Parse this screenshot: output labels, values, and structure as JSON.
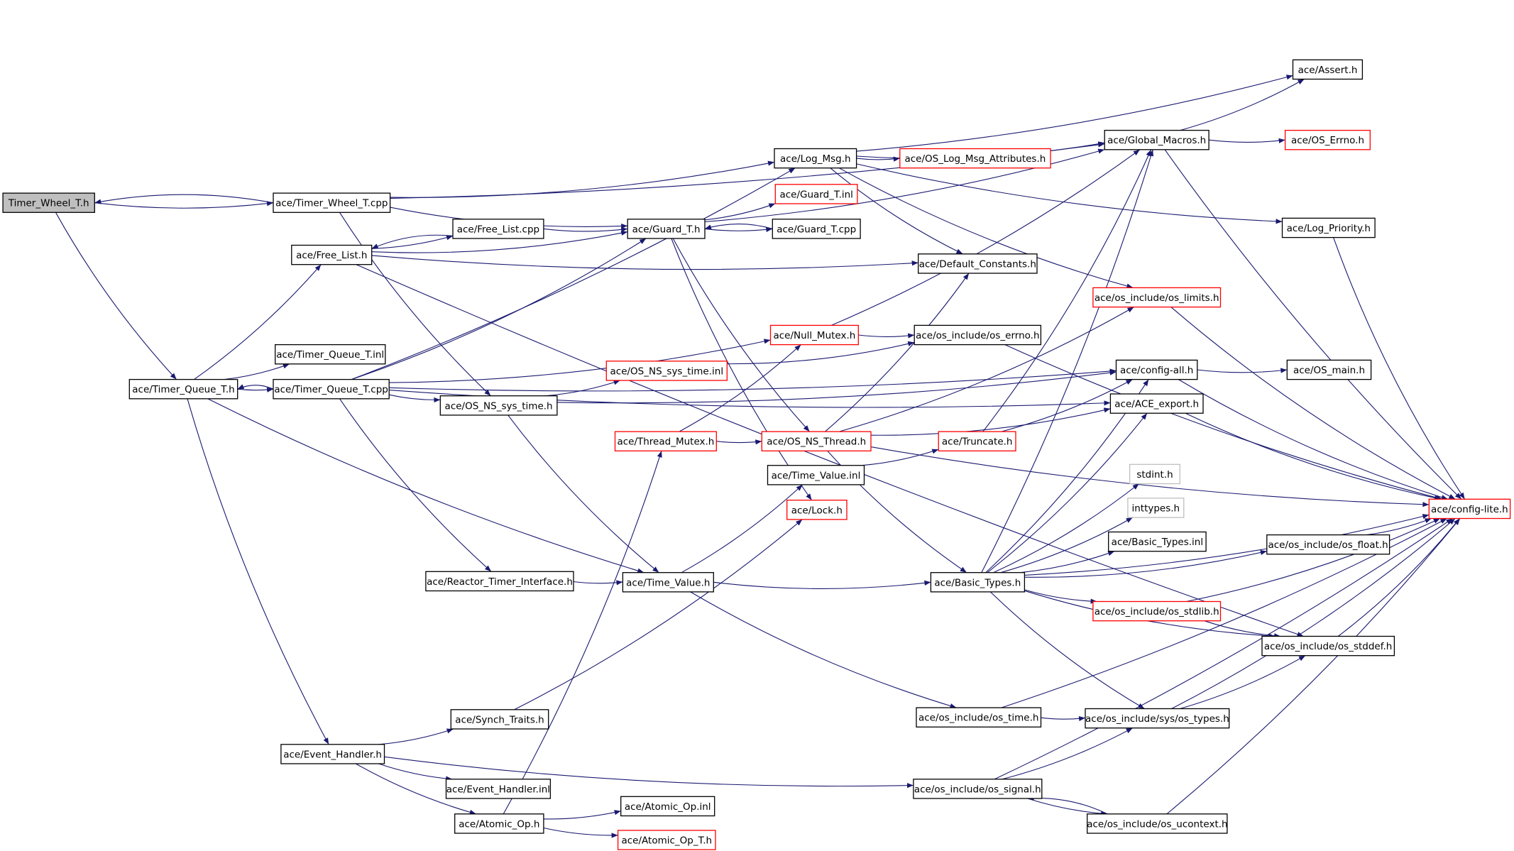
{
  "colors": {
    "edge": "#191970",
    "node_border_normal": "#000000",
    "node_border_incomplete": "#ff0000",
    "node_border_missing": "#bfbfbf",
    "root_fill": "#bfbfbf",
    "text": "#000000"
  },
  "nodes": [
    {
      "id": "timer_wheel_t_h",
      "label": "Timer_Wheel_T.h",
      "style": "root"
    },
    {
      "id": "timer_wheel_t_cpp",
      "label": "ace/Timer_Wheel_T.cpp",
      "style": "normal"
    },
    {
      "id": "timer_queue_t_h",
      "label": "ace/Timer_Queue_T.h",
      "style": "normal"
    },
    {
      "id": "timer_queue_t_inl",
      "label": "ace/Timer_Queue_T.inl",
      "style": "normal"
    },
    {
      "id": "timer_queue_t_cpp",
      "label": "ace/Timer_Queue_T.cpp",
      "style": "normal"
    },
    {
      "id": "free_list_h",
      "label": "ace/Free_List.h",
      "style": "normal"
    },
    {
      "id": "free_list_cpp",
      "label": "ace/Free_List.cpp",
      "style": "normal"
    },
    {
      "id": "guard_t_h",
      "label": "ace/Guard_T.h",
      "style": "normal"
    },
    {
      "id": "guard_t_inl",
      "label": "ace/Guard_T.inl",
      "style": "red"
    },
    {
      "id": "guard_t_cpp",
      "label": "ace/Guard_T.cpp",
      "style": "normal"
    },
    {
      "id": "log_msg_h",
      "label": "ace/Log_Msg.h",
      "style": "normal"
    },
    {
      "id": "os_log_msg_attributes_h",
      "label": "ace/OS_Log_Msg_Attributes.h",
      "style": "red"
    },
    {
      "id": "global_macros_h",
      "label": "ace/Global_Macros.h",
      "style": "normal"
    },
    {
      "id": "assert_h",
      "label": "ace/Assert.h",
      "style": "normal"
    },
    {
      "id": "os_errno_h",
      "label": "ace/OS_Errno.h",
      "style": "red"
    },
    {
      "id": "log_priority_h",
      "label": "ace/Log_Priority.h",
      "style": "normal"
    },
    {
      "id": "default_constants_h",
      "label": "ace/Default_Constants.h",
      "style": "normal"
    },
    {
      "id": "os_limits_h",
      "label": "ace/os_include/os_limits.h",
      "style": "red"
    },
    {
      "id": "null_mutex_h",
      "label": "ace/Null_Mutex.h",
      "style": "red"
    },
    {
      "id": "os_include_os_errno_h",
      "label": "ace/os_include/os_errno.h",
      "style": "normal"
    },
    {
      "id": "os_ns_sys_time_inl",
      "label": "ace/OS_NS_sys_time.inl",
      "style": "red"
    },
    {
      "id": "os_ns_sys_time_h",
      "label": "ace/OS_NS_sys_time.h",
      "style": "normal"
    },
    {
      "id": "config_all_h",
      "label": "ace/config-all.h",
      "style": "normal"
    },
    {
      "id": "os_main_h",
      "label": "ace/OS_main.h",
      "style": "normal"
    },
    {
      "id": "ace_export_h",
      "label": "ace/ACE_export.h",
      "style": "normal"
    },
    {
      "id": "thread_mutex_h",
      "label": "ace/Thread_Mutex.h",
      "style": "red"
    },
    {
      "id": "os_ns_thread_h",
      "label": "ace/OS_NS_Thread.h",
      "style": "red"
    },
    {
      "id": "truncate_h",
      "label": "ace/Truncate.h",
      "style": "red"
    },
    {
      "id": "stdint_h",
      "label": "stdint.h",
      "style": "gray"
    },
    {
      "id": "time_value_inl",
      "label": "ace/Time_Value.inl",
      "style": "normal"
    },
    {
      "id": "inttypes_h",
      "label": "inttypes.h",
      "style": "gray"
    },
    {
      "id": "config_lite_h",
      "label": "ace/config-lite.h",
      "style": "red"
    },
    {
      "id": "lock_h",
      "label": "ace/Lock.h",
      "style": "red"
    },
    {
      "id": "basic_types_inl",
      "label": "ace/Basic_Types.inl",
      "style": "normal"
    },
    {
      "id": "os_float_h",
      "label": "ace/os_include/os_float.h",
      "style": "normal"
    },
    {
      "id": "reactor_timer_interface_h",
      "label": "ace/Reactor_Timer_Interface.h",
      "style": "normal"
    },
    {
      "id": "time_value_h",
      "label": "ace/Time_Value.h",
      "style": "normal"
    },
    {
      "id": "basic_types_h",
      "label": "ace/Basic_Types.h",
      "style": "normal"
    },
    {
      "id": "os_stdlib_h",
      "label": "ace/os_include/os_stdlib.h",
      "style": "red"
    },
    {
      "id": "os_stddef_h",
      "label": "ace/os_include/os_stddef.h",
      "style": "normal"
    },
    {
      "id": "synch_traits_h",
      "label": "ace/Synch_Traits.h",
      "style": "normal"
    },
    {
      "id": "os_time_h",
      "label": "ace/os_include/os_time.h",
      "style": "normal"
    },
    {
      "id": "sys_os_types_h",
      "label": "ace/os_include/sys/os_types.h",
      "style": "normal"
    },
    {
      "id": "event_handler_h",
      "label": "ace/Event_Handler.h",
      "style": "normal"
    },
    {
      "id": "event_handler_inl",
      "label": "ace/Event_Handler.inl",
      "style": "normal"
    },
    {
      "id": "os_signal_h",
      "label": "ace/os_include/os_signal.h",
      "style": "normal"
    },
    {
      "id": "atomic_op_inl",
      "label": "ace/Atomic_Op.inl",
      "style": "normal"
    },
    {
      "id": "atomic_op_h",
      "label": "ace/Atomic_Op.h",
      "style": "normal"
    },
    {
      "id": "os_ucontext_h",
      "label": "ace/os_include/os_ucontext.h",
      "style": "normal"
    },
    {
      "id": "atomic_op_t_h",
      "label": "ace/Atomic_Op_T.h",
      "style": "red"
    }
  ],
  "edges": [
    [
      "timer_wheel_t_h",
      "timer_wheel_t_cpp"
    ],
    [
      "timer_wheel_t_h",
      "timer_queue_t_h"
    ],
    [
      "timer_wheel_t_cpp",
      "timer_wheel_t_h"
    ],
    [
      "timer_wheel_t_cpp",
      "global_macros_h"
    ],
    [
      "timer_wheel_t_cpp",
      "log_msg_h"
    ],
    [
      "timer_wheel_t_cpp",
      "guard_t_h"
    ],
    [
      "timer_wheel_t_cpp",
      "os_ns_sys_time_h"
    ],
    [
      "timer_queue_t_h",
      "timer_queue_t_inl"
    ],
    [
      "timer_queue_t_h",
      "timer_queue_t_cpp"
    ],
    [
      "timer_queue_t_h",
      "free_list_h"
    ],
    [
      "timer_queue_t_h",
      "time_value_h"
    ],
    [
      "timer_queue_t_h",
      "event_handler_h"
    ],
    [
      "timer_queue_t_cpp",
      "timer_queue_t_h"
    ],
    [
      "timer_queue_t_cpp",
      "log_msg_h"
    ],
    [
      "timer_queue_t_cpp",
      "guard_t_h"
    ],
    [
      "timer_queue_t_cpp",
      "null_mutex_h"
    ],
    [
      "timer_queue_t_cpp",
      "os_ns_sys_time_h"
    ],
    [
      "timer_queue_t_cpp",
      "config_all_h"
    ],
    [
      "timer_queue_t_cpp",
      "ace_export_h"
    ],
    [
      "timer_queue_t_cpp",
      "reactor_timer_interface_h"
    ],
    [
      "free_list_h",
      "free_list_cpp"
    ],
    [
      "free_list_h",
      "guard_t_h"
    ],
    [
      "free_list_h",
      "default_constants_h"
    ],
    [
      "free_list_h",
      "os_stddef_h"
    ],
    [
      "free_list_cpp",
      "free_list_h"
    ],
    [
      "free_list_cpp",
      "guard_t_h"
    ],
    [
      "guard_t_h",
      "guard_t_inl"
    ],
    [
      "guard_t_h",
      "guard_t_cpp"
    ],
    [
      "guard_t_h",
      "global_macros_h"
    ],
    [
      "guard_t_h",
      "lock_h"
    ],
    [
      "guard_t_h",
      "os_ns_thread_h"
    ],
    [
      "guard_t_cpp",
      "guard_t_h"
    ],
    [
      "log_msg_h",
      "os_log_msg_attributes_h"
    ],
    [
      "log_msg_h",
      "global_macros_h"
    ],
    [
      "log_msg_h",
      "assert_h"
    ],
    [
      "log_msg_h",
      "log_priority_h"
    ],
    [
      "log_msg_h",
      "default_constants_h"
    ],
    [
      "log_msg_h",
      "os_limits_h"
    ],
    [
      "global_macros_h",
      "assert_h"
    ],
    [
      "global_macros_h",
      "os_errno_h"
    ],
    [
      "global_macros_h",
      "config_lite_h"
    ],
    [
      "log_priority_h",
      "config_lite_h"
    ],
    [
      "os_limits_h",
      "config_lite_h"
    ],
    [
      "null_mutex_h",
      "os_include_os_errno_h"
    ],
    [
      "null_mutex_h",
      "global_macros_h"
    ],
    [
      "os_include_os_errno_h",
      "config_lite_h"
    ],
    [
      "os_ns_sys_time_h",
      "os_ns_sys_time_inl"
    ],
    [
      "os_ns_sys_time_h",
      "config_all_h"
    ],
    [
      "os_ns_sys_time_h",
      "time_value_h"
    ],
    [
      "os_ns_sys_time_inl",
      "os_include_os_errno_h"
    ],
    [
      "config_all_h",
      "os_main_h"
    ],
    [
      "config_all_h",
      "config_lite_h"
    ],
    [
      "ace_export_h",
      "config_lite_h"
    ],
    [
      "thread_mutex_h",
      "os_ns_thread_h"
    ],
    [
      "thread_mutex_h",
      "null_mutex_h"
    ],
    [
      "os_ns_thread_h",
      "default_constants_h"
    ],
    [
      "os_ns_thread_h",
      "os_limits_h"
    ],
    [
      "os_ns_thread_h",
      "config_lite_h"
    ],
    [
      "os_ns_thread_h",
      "basic_types_h"
    ],
    [
      "os_ns_thread_h",
      "ace_export_h"
    ],
    [
      "truncate_h",
      "config_all_h"
    ],
    [
      "truncate_h",
      "global_macros_h"
    ],
    [
      "time_value_inl",
      "truncate_h"
    ],
    [
      "time_value_h",
      "time_value_inl"
    ],
    [
      "time_value_h",
      "basic_types_h"
    ],
    [
      "time_value_h",
      "os_time_h"
    ],
    [
      "reactor_timer_interface_h",
      "time_value_h"
    ],
    [
      "basic_types_h",
      "config_lite_h"
    ],
    [
      "basic_types_h",
      "basic_types_inl"
    ],
    [
      "basic_types_h",
      "os_float_h"
    ],
    [
      "basic_types_h",
      "os_stdlib_h"
    ],
    [
      "basic_types_h",
      "os_stddef_h"
    ],
    [
      "basic_types_h",
      "sys_os_types_h"
    ],
    [
      "basic_types_h",
      "stdint_h"
    ],
    [
      "basic_types_h",
      "inttypes_h"
    ],
    [
      "basic_types_h",
      "config_all_h"
    ],
    [
      "basic_types_h",
      "ace_export_h"
    ],
    [
      "basic_types_h",
      "global_macros_h"
    ],
    [
      "os_float_h",
      "config_lite_h"
    ],
    [
      "os_stdlib_h",
      "os_stddef_h"
    ],
    [
      "os_stdlib_h",
      "config_lite_h"
    ],
    [
      "os_stddef_h",
      "config_lite_h"
    ],
    [
      "os_time_h",
      "sys_os_types_h"
    ],
    [
      "os_time_h",
      "config_lite_h"
    ],
    [
      "sys_os_types_h",
      "os_stddef_h"
    ],
    [
      "sys_os_types_h",
      "config_lite_h"
    ],
    [
      "synch_traits_h",
      "lock_h"
    ],
    [
      "event_handler_h",
      "synch_traits_h"
    ],
    [
      "event_handler_h",
      "event_handler_inl"
    ],
    [
      "event_handler_h",
      "os_signal_h"
    ],
    [
      "event_handler_h",
      "atomic_op_h"
    ],
    [
      "os_signal_h",
      "sys_os_types_h"
    ],
    [
      "os_signal_h",
      "os_ucontext_h"
    ],
    [
      "os_signal_h",
      "config_lite_h"
    ],
    [
      "os_ucontext_h",
      "os_signal_h"
    ],
    [
      "os_ucontext_h",
      "config_lite_h"
    ],
    [
      "atomic_op_h",
      "atomic_op_inl"
    ],
    [
      "atomic_op_h",
      "atomic_op_t_h"
    ],
    [
      "atomic_op_h",
      "thread_mutex_h"
    ]
  ]
}
